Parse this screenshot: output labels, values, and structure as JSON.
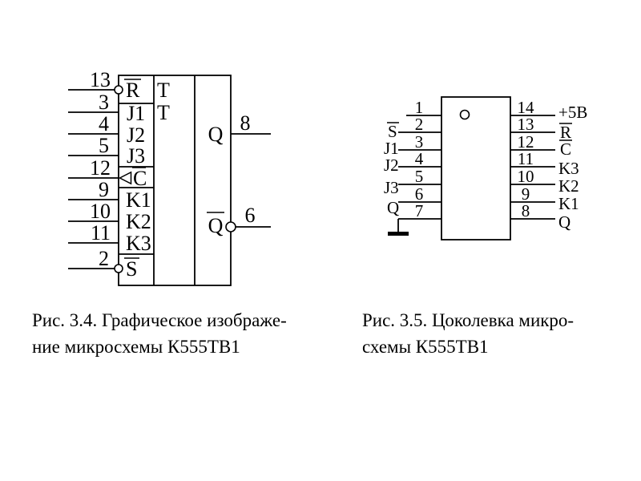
{
  "colors": {
    "ink": "#000000",
    "background": "#ffffff"
  },
  "figure_left": {
    "caption": {
      "line1": "Рис. 3.4. Графическое изображе-",
      "line2": "ние микросхемы К555ТВ1"
    },
    "chip_type": {
      "t1": "Т",
      "t2": "Т"
    },
    "inputs": [
      {
        "pin": "13",
        "port": "R",
        "overline": true,
        "inverted": true
      },
      {
        "pin": "3",
        "port": "J1"
      },
      {
        "pin": "4",
        "port": "J2"
      },
      {
        "pin": "5",
        "port": "J3"
      },
      {
        "pin": "12",
        "port": "C",
        "overline": true,
        "dynamic": true
      },
      {
        "pin": "9",
        "port": "K1"
      },
      {
        "pin": "10",
        "port": "K2"
      },
      {
        "pin": "11",
        "port": "K3"
      },
      {
        "pin": "2",
        "port": "S",
        "overline": true,
        "inverted": true
      }
    ],
    "outputs": [
      {
        "pin": "8",
        "port": "Q"
      },
      {
        "pin": "6",
        "port": "Q",
        "overline": true,
        "inverted": true
      }
    ]
  },
  "figure_right": {
    "caption": {
      "line1": "Рис. 3.5. Цоколевка микро-",
      "line2": "схемы К555ТВ1"
    },
    "left_pins": [
      {
        "pin": "1",
        "label": ""
      },
      {
        "pin": "2",
        "label": "S",
        "overline": true
      },
      {
        "pin": "3",
        "label": "J1"
      },
      {
        "pin": "4",
        "label": "J2"
      },
      {
        "pin": "5",
        "label": "J3"
      },
      {
        "pin": "6",
        "label": "Q"
      },
      {
        "pin": "7",
        "label": "",
        "ground": true
      }
    ],
    "right_pins": [
      {
        "pin": "14",
        "label": "+5В"
      },
      {
        "pin": "13",
        "label": "R",
        "overline": true
      },
      {
        "pin": "12",
        "label": "C",
        "overline": true
      },
      {
        "pin": "11",
        "label": "K3"
      },
      {
        "pin": "10",
        "label": "K2"
      },
      {
        "pin": "9",
        "label": "K1"
      },
      {
        "pin": "8",
        "label": "Q"
      }
    ]
  }
}
